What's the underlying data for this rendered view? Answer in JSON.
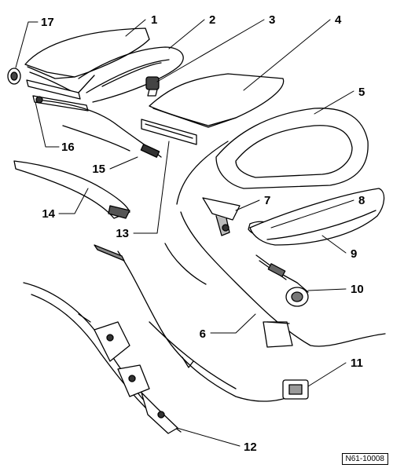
{
  "diagram": {
    "reference": "N61-10008",
    "callouts": [
      {
        "id": "1",
        "label": "1"
      },
      {
        "id": "2",
        "label": "2"
      },
      {
        "id": "3",
        "label": "3"
      },
      {
        "id": "4",
        "label": "4"
      },
      {
        "id": "5",
        "label": "5"
      },
      {
        "id": "6",
        "label": "6"
      },
      {
        "id": "7",
        "label": "7"
      },
      {
        "id": "8",
        "label": "8"
      },
      {
        "id": "9",
        "label": "9"
      },
      {
        "id": "10",
        "label": "10"
      },
      {
        "id": "11",
        "label": "11"
      },
      {
        "id": "12",
        "label": "12"
      },
      {
        "id": "13",
        "label": "13"
      },
      {
        "id": "14",
        "label": "14"
      },
      {
        "id": "15",
        "label": "15"
      },
      {
        "id": "16",
        "label": "16"
      },
      {
        "id": "17",
        "label": "17"
      }
    ]
  }
}
